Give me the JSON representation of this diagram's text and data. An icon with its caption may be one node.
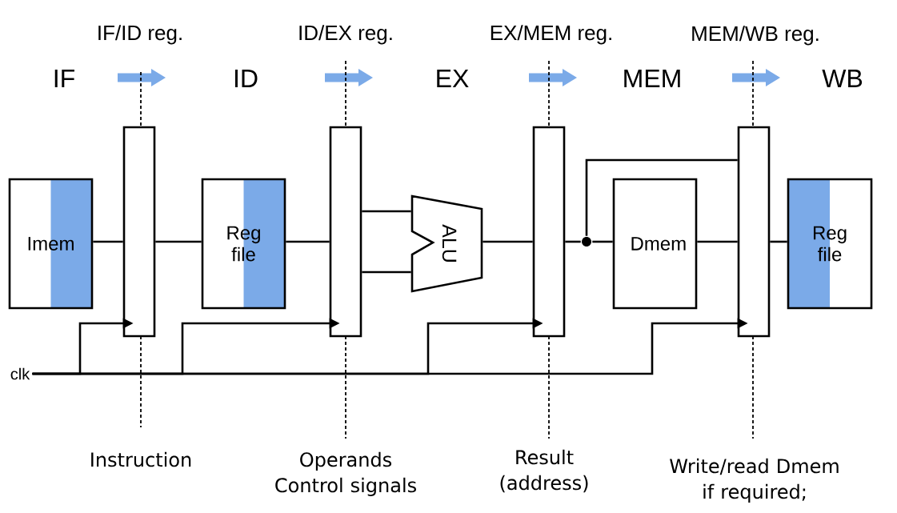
{
  "diagram": {
    "nodes": [
      {
        "text": [
          "Imem"
        ]
      },
      {
        "text": [],
        "shape": "box",
        "beside": [
          "IF/ID reg."
        ]
      },
      {
        "text": [
          "Reg file"
        ]
      },
      {
        "text": [],
        "shape": "box",
        "beside": [
          "ID/EX reg."
        ]
      },
      {
        "text": [
          "ALU"
        ]
      },
      {
        "text": [],
        "shape": "box",
        "beside": [
          "EX/MEM reg."
        ]
      },
      {
        "text": [],
        "shape": "circle"
      },
      {
        "text": [
          "Dmem"
        ]
      },
      {
        "text": [],
        "shape": "box",
        "beside": [
          "MEM/WB reg."
        ]
      },
      {
        "text": [
          "Reg file"
        ]
      },
      {
        "text": [
          "clk"
        ]
      }
    ],
    "edges": [
      {
        "from": 0,
        "to": 1,
        "arrow": "none"
      },
      {
        "from": 1,
        "to": 2,
        "arrow": "none"
      },
      {
        "from": 2,
        "to": 3,
        "arrow": "none"
      },
      {
        "from": 3,
        "to": 4,
        "arrow": "none"
      },
      {
        "from": 3,
        "to": 4,
        "arrow": "none"
      },
      {
        "from": 4,
        "to": 5,
        "arrow": "none"
      },
      {
        "from": 5,
        "to": 6,
        "arrow": "none"
      },
      {
        "from": 6,
        "to": 7,
        "arrow": "none"
      },
      {
        "from": 6,
        "to": 8,
        "arrow": "none"
      },
      {
        "from": 7,
        "to": 8,
        "arrow": "none"
      },
      {
        "from": 8,
        "to": 9,
        "arrow": "none"
      },
      {
        "from": 10,
        "to": 1,
        "arrow": "to"
      },
      {
        "from": 10,
        "to": 3,
        "arrow": "to"
      },
      {
        "from": 10,
        "to": 5,
        "arrow": "to"
      },
      {
        "from": 10,
        "to": 8,
        "arrow": "to"
      }
    ],
    "labels": [
      "IF",
      "ID",
      "EX",
      "MEM",
      "WB",
      "Instruction",
      "Operands Control signals",
      "Result (address)",
      "Write/read Dmem if required;"
    ]
  }
}
